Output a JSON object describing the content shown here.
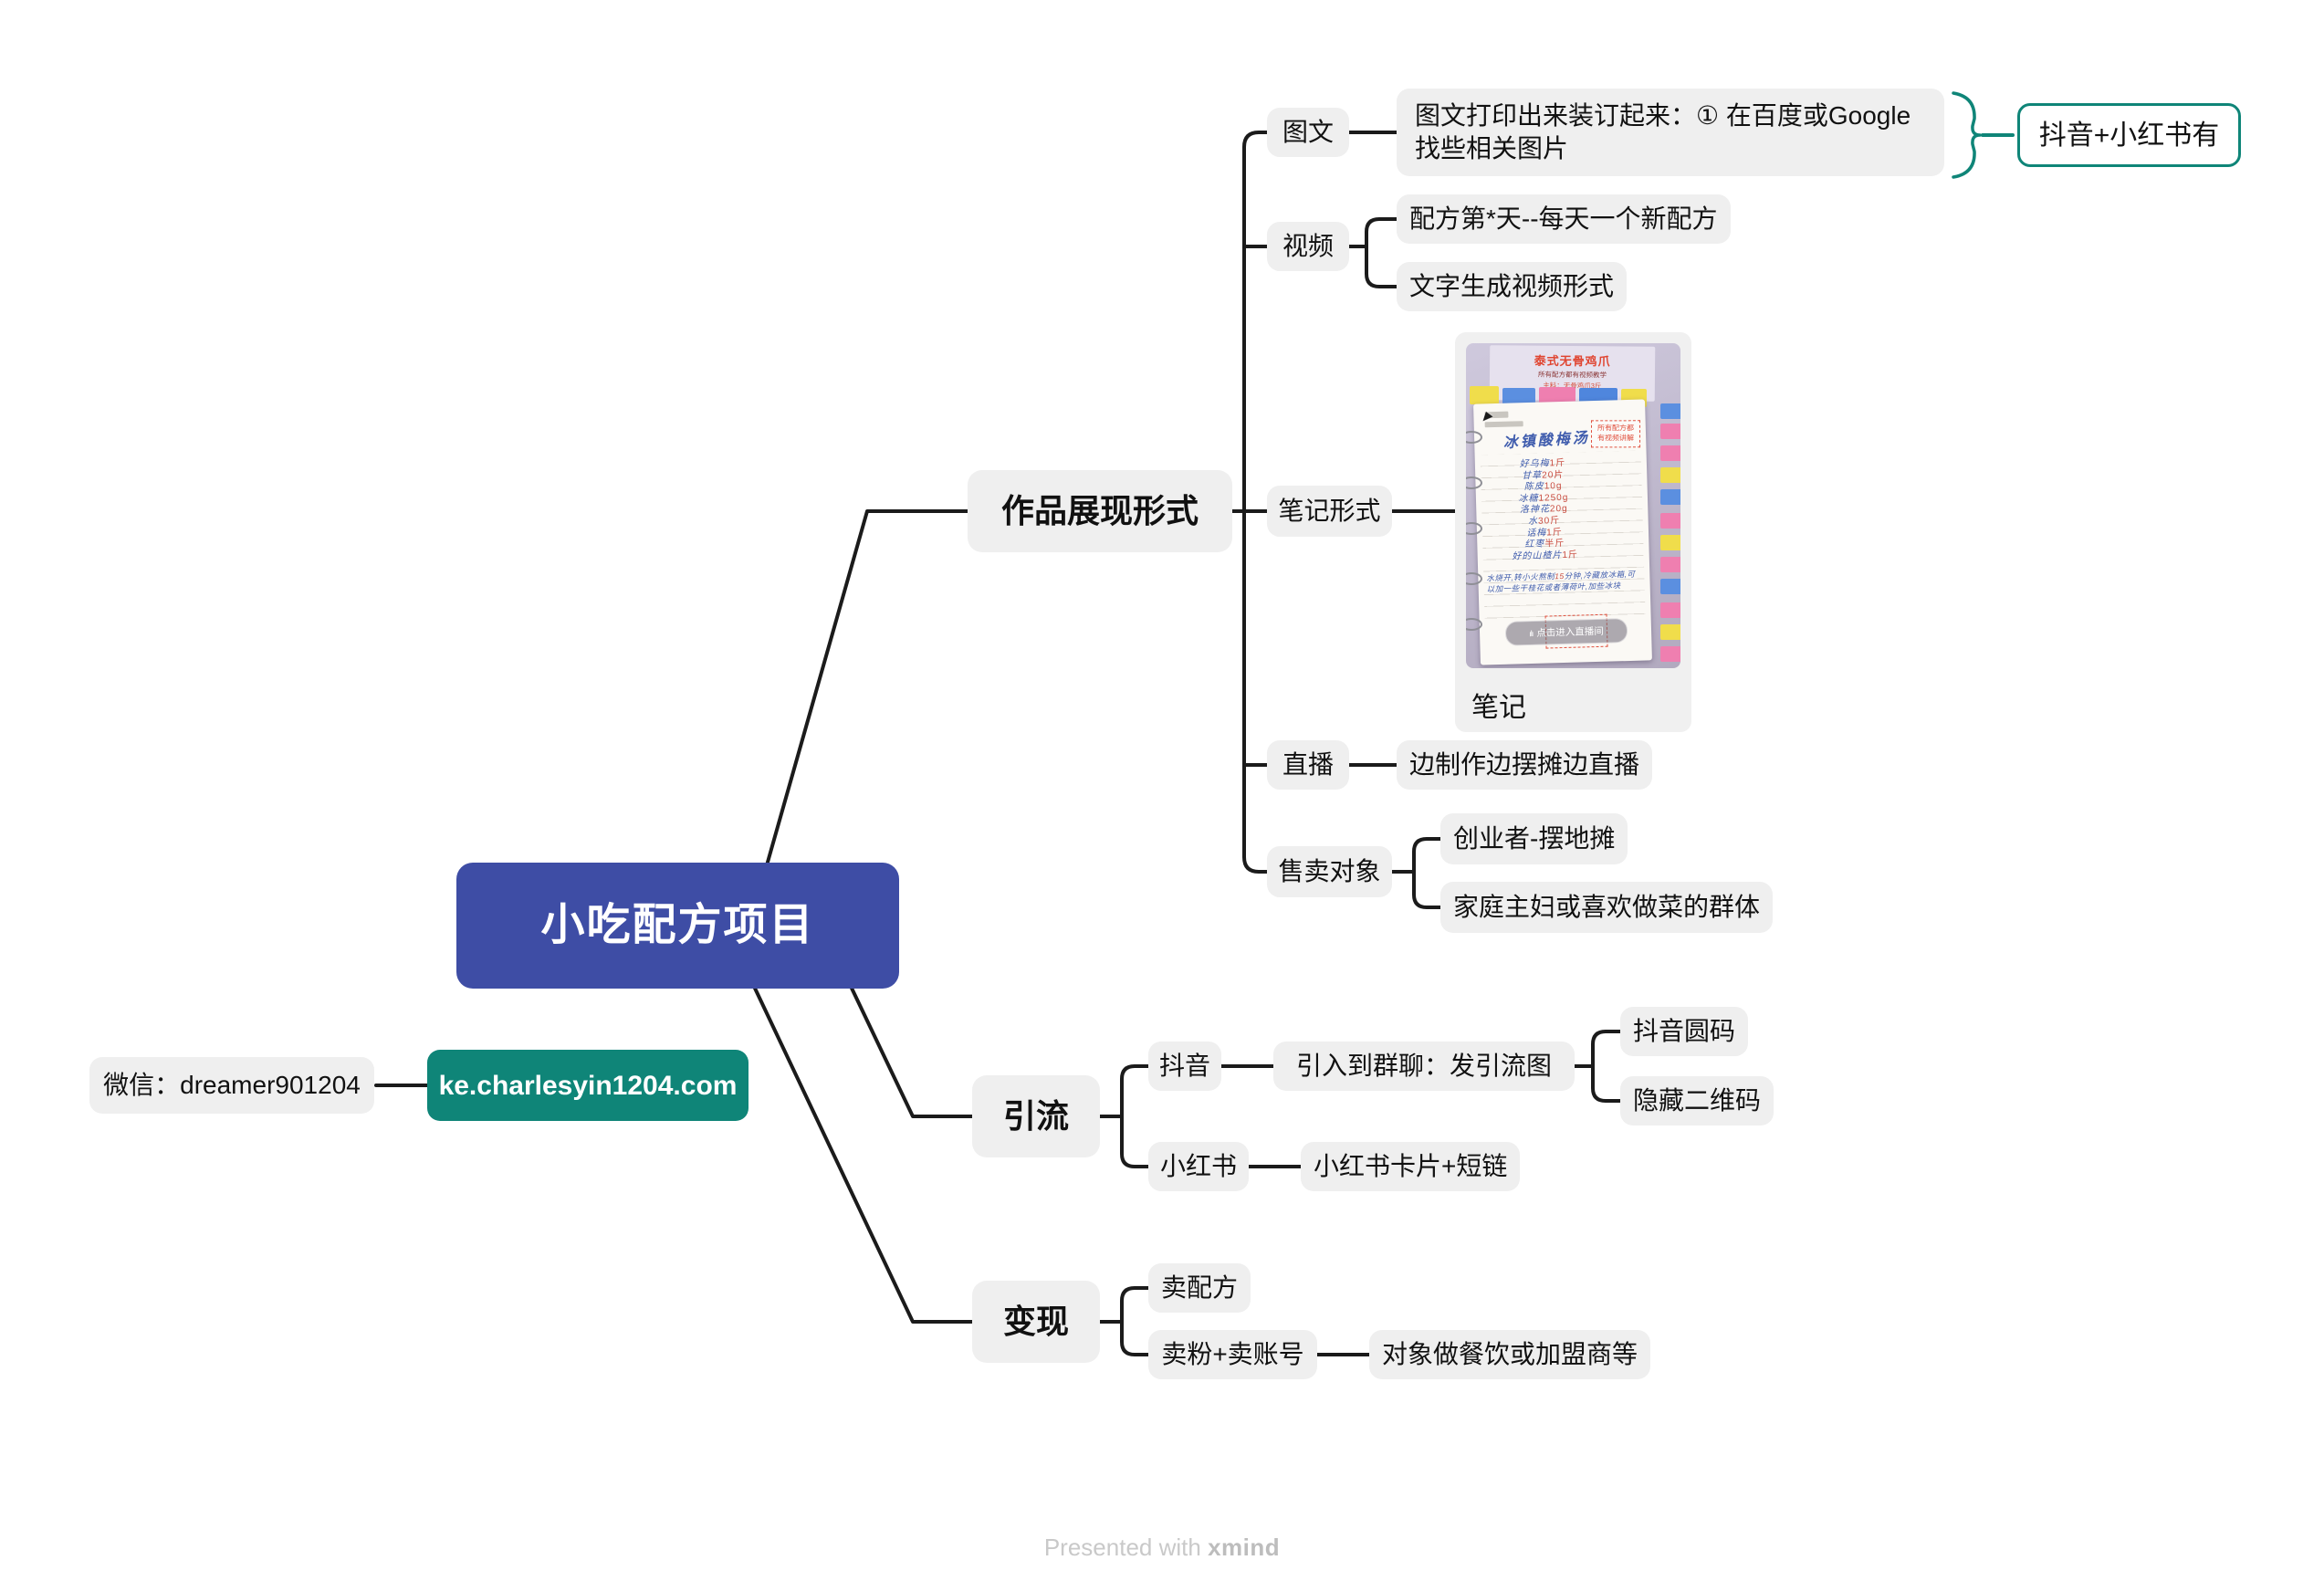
{
  "colors": {
    "central_bg": "#3E4DA5",
    "teal": "#0F8578",
    "node_bg": "#EFEFEF",
    "line": "#1B1B1B"
  },
  "central": {
    "label": "小吃配方项目"
  },
  "floating": {
    "wechat": {
      "label": "微信：dreamer901204"
    },
    "site": {
      "label": "ke.charlesyin1204.com"
    }
  },
  "presentation": {
    "label": "作品展现形式",
    "tuwen": {
      "label": "图文",
      "detail": "图文打印出来装订起来：① 在百度或Google找些相关图片",
      "callout": "抖音+小红书有"
    },
    "video": {
      "label": "视频",
      "items": [
        "配方第*天--每天一个新配方",
        "文字生成视频形式"
      ]
    },
    "note": {
      "label": "笔记形式",
      "caption": "笔记"
    },
    "live": {
      "label": "直播",
      "detail": "边制作边摆摊边直播"
    },
    "audience": {
      "label": "售卖对象",
      "items": [
        "创业者-摆地摊",
        "家庭主妇或喜欢做菜的群体"
      ]
    }
  },
  "traffic": {
    "label": "引流",
    "douyin": {
      "label": "抖音",
      "detail": "引入到群聊：发引流图",
      "items": [
        "抖音圆码",
        "隐藏二维码"
      ]
    },
    "xiaohongshu": {
      "label": "小红书",
      "detail": "小红书卡片+短链"
    }
  },
  "monetize": {
    "label": "变现",
    "items": [
      "卖配方",
      "卖粉+卖账号"
    ],
    "detail": "对象做餐饮或加盟商等"
  },
  "photo": {
    "cover_title": "泰式无骨鸡爪",
    "cover_subtitle": "所有配方都有视频教学",
    "cover_line": "主料：无骨鸡爪3斤",
    "page_title": "冰镇酸梅汤",
    "stamp_line1": "所有配方都",
    "stamp_line2": "有视频讲解",
    "ingredients": [
      {
        "name": "好乌梅",
        "qty": "1斤"
      },
      {
        "name": "甘草",
        "qty": "20片"
      },
      {
        "name": "陈皮",
        "qty": "10g"
      },
      {
        "name": "冰糖",
        "qty": "1250g"
      },
      {
        "name": "洛神花",
        "qty": "20g"
      },
      {
        "name": "水",
        "qty": "30斤"
      },
      {
        "name": "话梅",
        "qty": "1斤"
      },
      {
        "name": "红枣",
        "qty": "半斤"
      },
      {
        "name": "好的山楂片",
        "qty": "1斤"
      }
    ],
    "note_pre": "水烧开,转小火熬制",
    "note_num": "15",
    "note_post": "分钟,冷藏放冰箱,可以加一些干桂花或者薄荷叶,加些冰块",
    "button": "点击进入直播间",
    "button_icon": "ılı"
  },
  "footer": {
    "prefix": "Presented with",
    "brand": "xmind"
  }
}
